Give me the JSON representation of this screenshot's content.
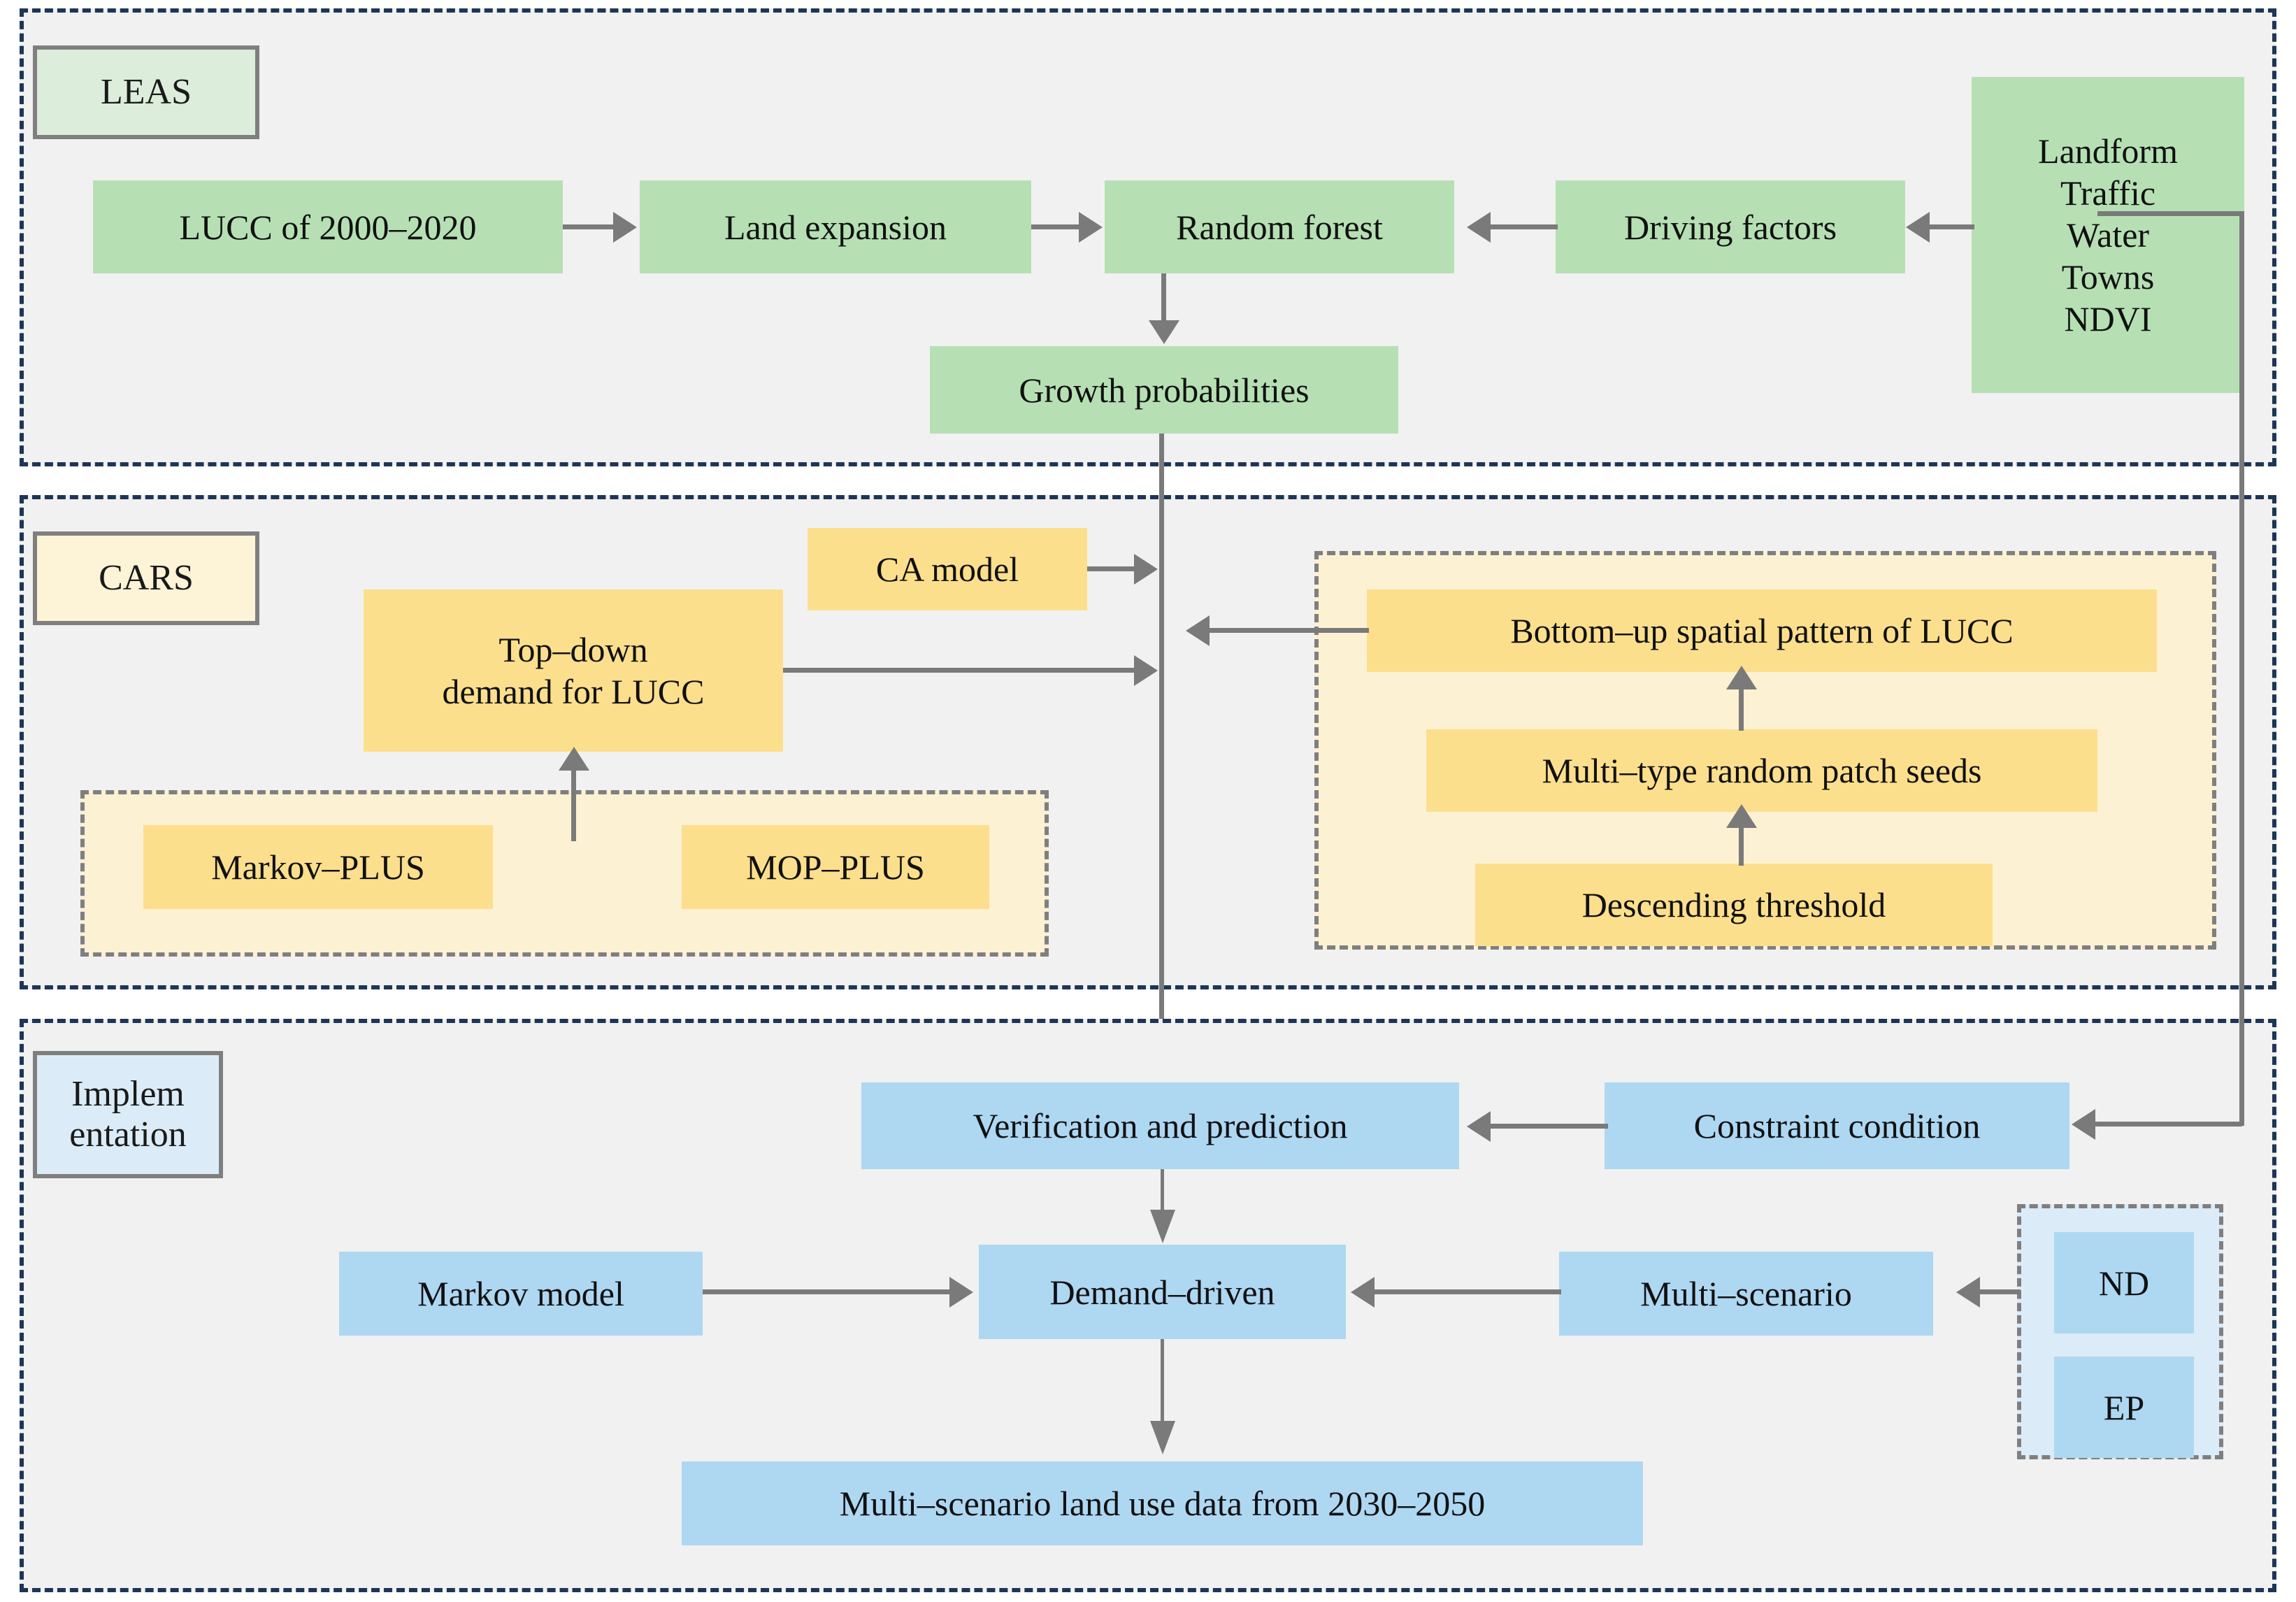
{
  "diagram": {
    "title": "PLUS model framework flowchart",
    "colors": {
      "section_border": "#1d3557",
      "section_fill": "#f1f1f1",
      "leas_node": "#b6e0b4",
      "cars_node": "#fcdf8d",
      "impl_node": "#aed7f2",
      "subgroup_cream": "#fdf1d4",
      "subgroup_paleblue": "#dbecf8",
      "connector": "#7a7a7a",
      "label_border": "#7f7f7f"
    },
    "sections": [
      {
        "id": "leas",
        "label": "LEAS"
      },
      {
        "id": "cars",
        "label": "CARS"
      },
      {
        "id": "implementation",
        "label": "Implem\nentation"
      }
    ]
  },
  "leas": {
    "label": "LEAS",
    "nodes": {
      "lucc": "LUCC of 2000–2020",
      "land_expansion": "Land expansion",
      "random_forest": "Random forest",
      "driving_factors": "Driving factors",
      "growth_probabilities": "Growth probabilities",
      "factor_list": "Landform\nTraffic\nWater\nTowns\nNDVI"
    },
    "factor_items": [
      "Landform",
      "Traffic",
      "Water",
      "Towns",
      "NDVI"
    ]
  },
  "cars": {
    "label": "CARS",
    "nodes": {
      "ca_model": "CA model",
      "top_down": "Top–down\ndemand for LUCC",
      "bottom_up": "Bottom–up  spatial  pattern of LUCC",
      "patch_seeds": "Multi–type random patch seeds",
      "descending_threshold": "Descending threshold",
      "markov_plus": "Markov–PLUS",
      "mop_plus": "MOP–PLUS"
    }
  },
  "implementation": {
    "label": "Implem\nentation",
    "label_line1": "Implem",
    "label_line2": "entation",
    "nodes": {
      "verification": "Verification and prediction",
      "constraint": "Constraint condition",
      "markov_model": "Markov model",
      "demand_driven": "Demand–driven",
      "multi_scenario": "Multi–scenario",
      "output": "Multi–scenario land use data from 2030–2050",
      "nd": "ND",
      "ep": "EP"
    },
    "scenario_options": [
      "ND",
      "EP"
    ]
  }
}
